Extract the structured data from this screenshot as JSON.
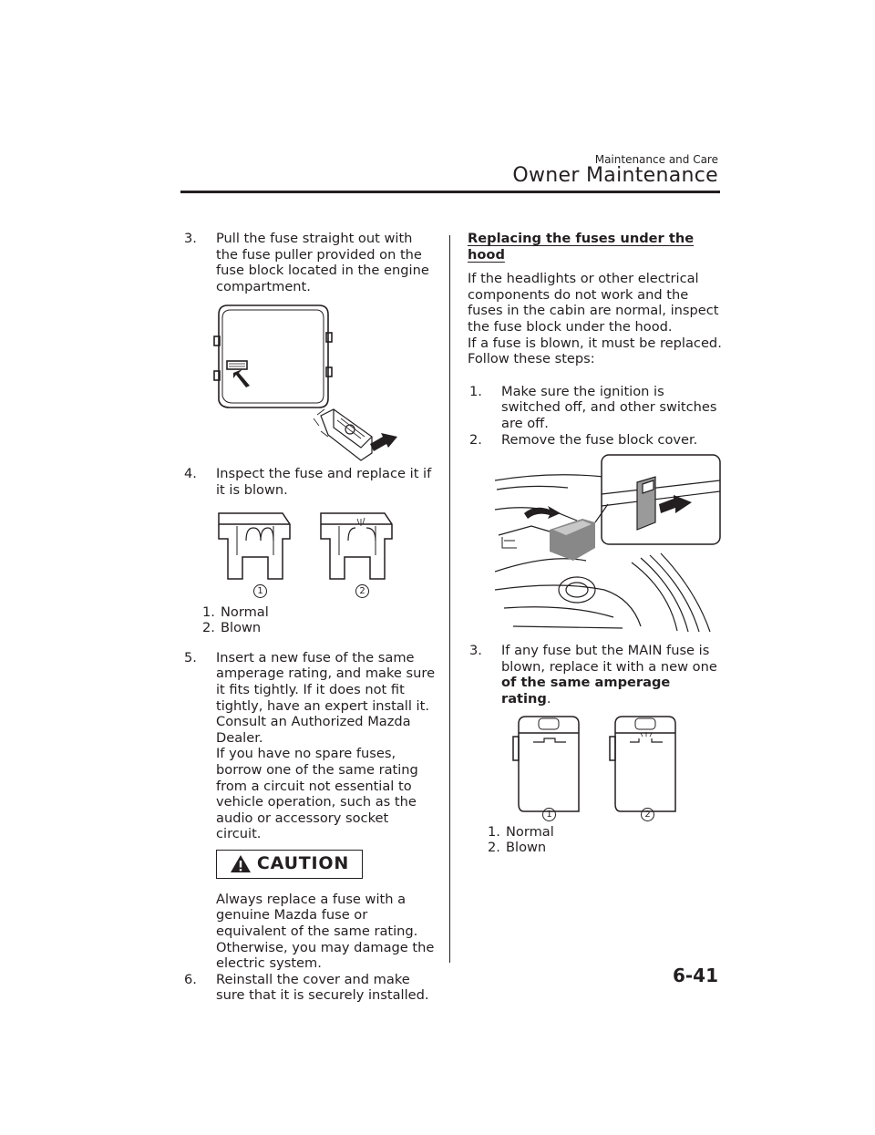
{
  "header": {
    "section": "Maintenance and Care",
    "chapter": "Owner Maintenance"
  },
  "left_column": {
    "step3": {
      "num": "3.",
      "text": "Pull the fuse straight out with the fuse puller provided on the fuse block located in the engine compartment."
    },
    "step4": {
      "num": "4.",
      "text": "Inspect the fuse and replace it if it is blown."
    },
    "figure_fuse_small": {
      "markers": [
        "1",
        "2"
      ],
      "items": [
        {
          "num": "1.",
          "label": "Normal"
        },
        {
          "num": "2.",
          "label": "Blown"
        }
      ]
    },
    "step5": {
      "num": "5.",
      "text": "Insert a new fuse of the same amperage rating, and make sure it fits tightly. If it does not fit tightly, have an expert install it. Consult an Authorized Mazda Dealer.",
      "text2": "If you have no spare fuses, borrow one of the same rating from a circuit not essential to vehicle operation, such as the audio or accessory socket circuit."
    },
    "caution": {
      "label": "CAUTION",
      "text": "Always replace a fuse with a genuine Mazda fuse or equivalent of the same rating. Otherwise, you may damage the electric system."
    },
    "step6": {
      "num": "6.",
      "text": "Reinstall the cover and make sure that it is securely installed."
    }
  },
  "right_column": {
    "heading": "Replacing the fuses under the hood",
    "intro": "If the headlights or other electrical components do not work and the fuses in the cabin are normal, inspect the fuse block under the hood.",
    "intro2": "If a fuse is blown, it must be replaced. Follow these steps:",
    "step1": {
      "num": "1.",
      "text": "Make sure the ignition is switched off, and other switches are off."
    },
    "step2": {
      "num": "2.",
      "text": "Remove the fuse block cover."
    },
    "step3": {
      "num": "3.",
      "text": "If any fuse but the MAIN fuse is blown, replace it with a new one ",
      "bold": "of the same amperage rating",
      "end": "."
    },
    "figure_fuse_large": {
      "markers": [
        "1",
        "2"
      ],
      "items": [
        {
          "num": "1.",
          "label": "Normal"
        },
        {
          "num": "2.",
          "label": "Blown"
        }
      ]
    }
  },
  "footer": {
    "page_number": "6-41"
  }
}
